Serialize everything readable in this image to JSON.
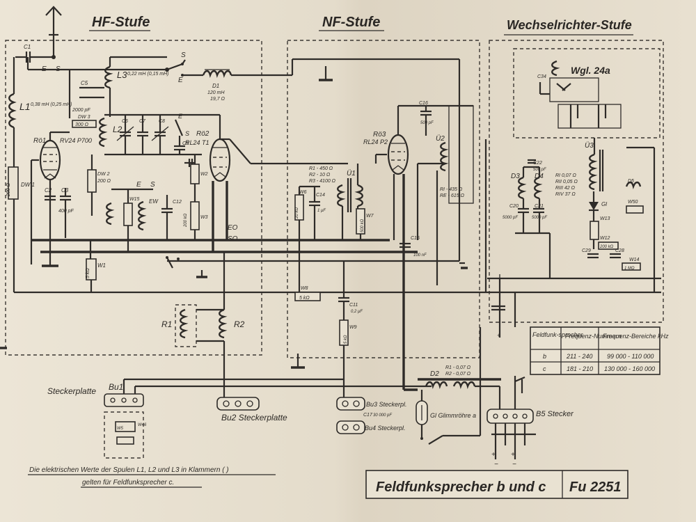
{
  "sections": {
    "hf": "HF-Stufe",
    "nf": "NF-Stufe",
    "wr": "Wechselrichter-Stufe"
  },
  "components": {
    "c1": "C1",
    "l1": "L1",
    "l1_val": "0,38 mH (0,25 mH)",
    "l3": "L3",
    "l3_val": "0,22 mH (0,15 mH)",
    "dr1": "D1",
    "dr1_val": "120 mH",
    "dr1_r": "19,7 Ω",
    "c5": "C5",
    "c5_val": "2000 pF",
    "dw3": "DW 3",
    "dw3_val": "300 Ω",
    "l2": "L2",
    "c6": "C6",
    "c7": "C7",
    "c8": "C8",
    "c9": "C9",
    "ro1": "Rö1",
    "ro1_type": "RV24 P700",
    "ro2": "Rö2",
    "ro2_type": "RL24 T1",
    "dw1": "DW 1",
    "dw1_val": "200 Ω",
    "dw2": "DW 2",
    "dw2_val": "200 Ω",
    "c2": "C2",
    "c3": "C3",
    "c3_val": "400 pF",
    "w15": "W15",
    "ew": "EW",
    "c12": "C12",
    "w2": "W2",
    "w3": "W3",
    "w3_val": "200 kΩ",
    "w1": "W1",
    "w1_val": "5 kΩ",
    "ro3": "Rö3",
    "ro3_type": "RL24 P2",
    "c16": "C16",
    "c16_val": "500 pF",
    "u1": "Ü1",
    "u2": "Ü2",
    "u1_r1": "R1 - 450 Ω",
    "u1_r2": "R2 - 10 Ω",
    "u1_r3": "R3 - 4100 Ω",
    "u2_ri": "RI - 435 Ω",
    "u2_re": "RE - 615 Ω",
    "w6": "W6",
    "w6_val": "20 kΩ",
    "c14": "C14",
    "c14_val": "1 μF",
    "w7": "W7",
    "w7_val": "500 kΩ",
    "c15": "C15",
    "c15_val": "100 nF",
    "w8": "W8",
    "w8_val": "5 kΩ",
    "c11": "C11",
    "c11_val": "0,2 μF",
    "w9": "W9",
    "w9_val": "5 kΩ",
    "r1": "R1",
    "r2": "R2",
    "wgl": "Wgl. 24a",
    "c34": "C34",
    "u3": "Ü3",
    "d3": "D3",
    "d4": "D4",
    "c22": "C22",
    "c22_val": "500 pF",
    "c20": "C20",
    "c20_val": "5000 pF",
    "c21": "C21",
    "c21_val": "5000 pF",
    "u3_ri": "RI 0,07 Ω",
    "u3_rii": "RII 0,05 Ω",
    "u3_riii": "RIII 42 Ω",
    "u3_riv": "RIV 37 Ω",
    "gl": "Gl",
    "ds": "D5",
    "w50": "W50",
    "w12": "W12",
    "w12_val": "200 kΩ",
    "w13": "W13",
    "c29": "C29",
    "c28": "C28",
    "w14": "W14",
    "w14_val": "1 MΩ",
    "d2": "D2",
    "d2_r1": "R1 - 0,07 Ω",
    "d2_r2": "R2 - 0,07 Ω",
    "glimm": "Gl Glimmröhre a",
    "c17": "C17",
    "c17_val": "30 000 pF",
    "w46": "W46",
    "w5": "W5",
    "e": "E",
    "s": "S",
    "eo": "EO",
    "so": "SO"
  },
  "connectors": {
    "bu1": "Bu1",
    "steckerplatte": "Steckerplatte",
    "bu2": "Bu2 Steckerplatte",
    "bu3": "Bu3 Steckerpl.",
    "bu4": "Bu4 Steckerpl.",
    "b5": "B5 Stecker"
  },
  "table": {
    "headers": [
      "Feldfunk-sprecher",
      "Frequenz-Nummern",
      "Frequenz-Bereiche kHz"
    ],
    "rows": [
      [
        "b",
        "211 - 240",
        "99 000 - 110 000"
      ],
      [
        "c",
        "181 - 210",
        "130 000 - 160 000"
      ]
    ]
  },
  "note": {
    "line1": "Die elektrischen Werte der Spulen L1, L2 und L3 in Klammern ( )",
    "line2": "gelten für Feldfunksprecher c."
  },
  "title_block": {
    "name": "Feldfunksprecher b und c",
    "code": "Fu 2251"
  }
}
